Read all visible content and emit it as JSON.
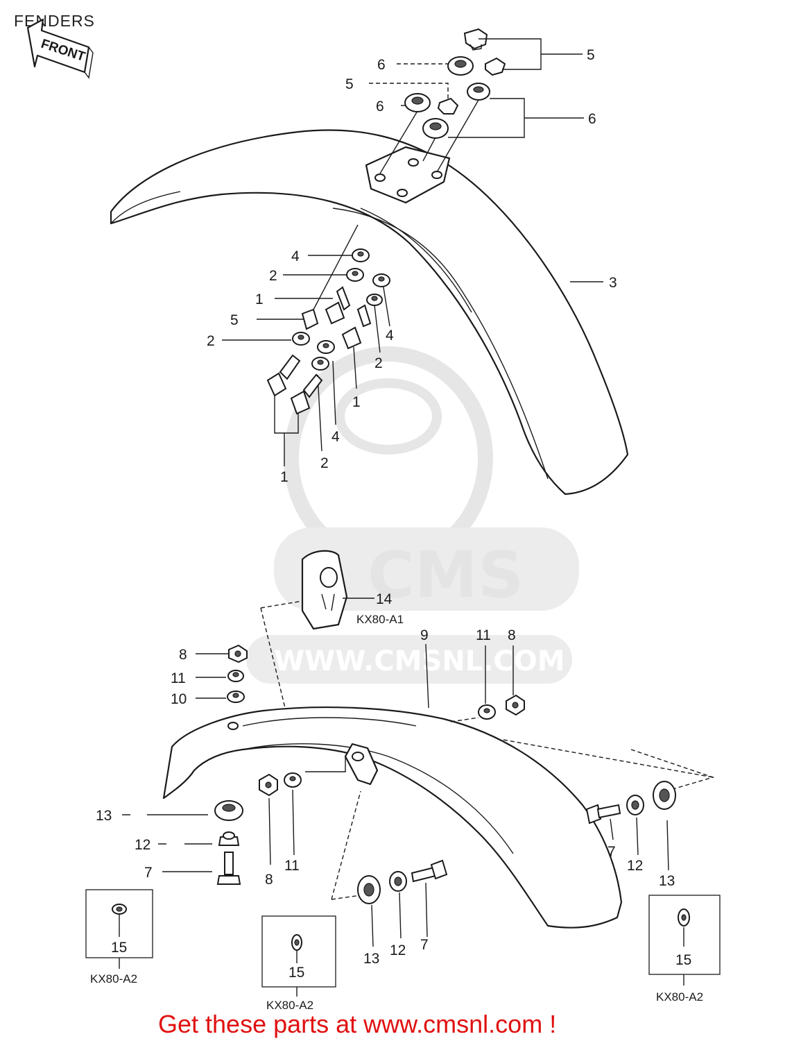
{
  "title": "FENDERS",
  "front_arrow": "FRONT",
  "promo": "Get these parts at www.cmsnl.com !",
  "watermark": {
    "brand": "CMS",
    "url": "WWW.CMSNL.COM"
  },
  "callouts": {
    "c5a": "5",
    "c6a": "6",
    "c5b": "5",
    "c6b": "6",
    "c6c": "6",
    "c4a": "4",
    "c2a": "2",
    "c3": "3",
    "c1a": "1",
    "c5c": "5",
    "c2b": "2",
    "c4b": "4",
    "c2c": "2",
    "c1b": "1",
    "c4c": "4",
    "c2d": "2",
    "c1c": "1",
    "c14": "14",
    "c9": "9",
    "c11a": "11",
    "c8a": "8",
    "c8b": "8",
    "c11b": "11",
    "c10": "10",
    "c13a": "13",
    "c12a": "12",
    "c7a": "7",
    "c8c": "8",
    "c11c": "11",
    "c7b": "7",
    "c12b": "12",
    "c13b": "13",
    "c13c": "13",
    "c12c": "12",
    "c7c": "7",
    "c15a": "15",
    "c15b": "15",
    "c15c": "15"
  },
  "variants": {
    "a1": "KX80-A1",
    "a2_left": "KX80-A2",
    "a2_mid": "KX80-A2",
    "a2_right": "KX80-A2"
  }
}
